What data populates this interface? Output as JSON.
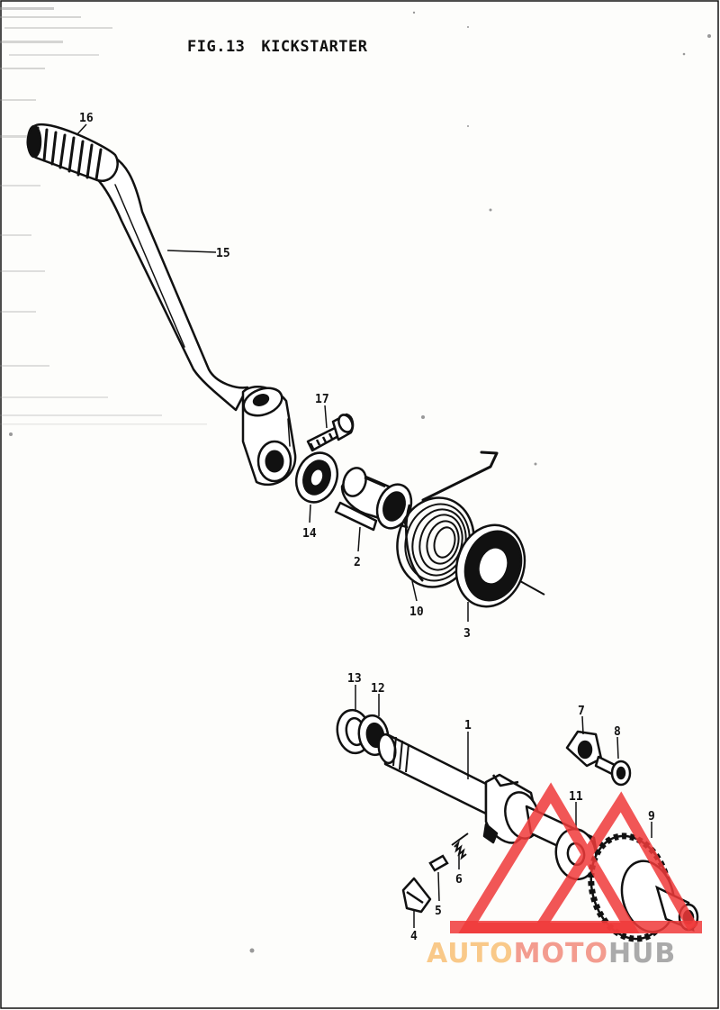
{
  "figure": {
    "title_prefix": "FIG.13",
    "title_name": "KICKSTARTER"
  },
  "callouts": [
    {
      "id": "16",
      "part": "kick-pedal-grip"
    },
    {
      "id": "15",
      "part": "kick-lever"
    },
    {
      "id": "17",
      "part": "lever-bolt"
    },
    {
      "id": "14",
      "part": "oil-seal"
    },
    {
      "id": "2",
      "part": "spring-guide"
    },
    {
      "id": "10",
      "part": "return-spring"
    },
    {
      "id": "3",
      "part": "thrust-washer"
    },
    {
      "id": "13",
      "part": "washer-outer"
    },
    {
      "id": "12",
      "part": "washer-inner"
    },
    {
      "id": "1",
      "part": "kick-shaft"
    },
    {
      "id": "7",
      "part": "stopper-plate"
    },
    {
      "id": "8",
      "part": "stopper-bolt"
    },
    {
      "id": "11",
      "part": "shaft-washer"
    },
    {
      "id": "9",
      "part": "kick-gear"
    },
    {
      "id": "6",
      "part": "pawl-spring"
    },
    {
      "id": "5",
      "part": "pawl-pin"
    },
    {
      "id": "4",
      "part": "pawl"
    }
  ],
  "watermark": {
    "part_a": "AUTO",
    "part_b": "MOTO",
    "part_c": "HUB",
    "color_a": "#f9c989",
    "color_b": "#f39c8f",
    "color_c": "#aaaaaa",
    "accent": "#f03a3a"
  },
  "colors": {
    "ink": "#111111",
    "paper": "#fdfdfb"
  }
}
